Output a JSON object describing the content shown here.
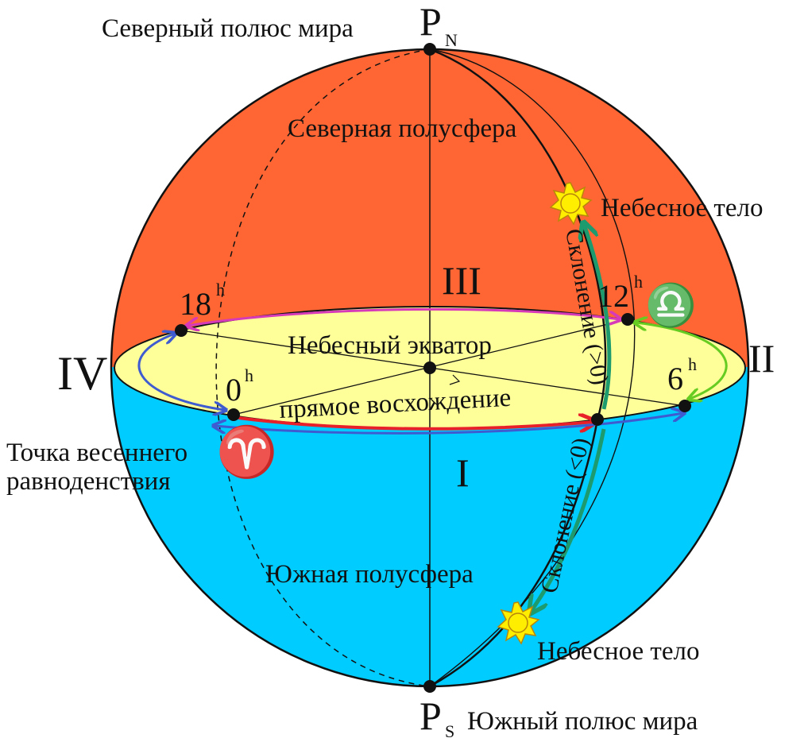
{
  "labels": {
    "north_pole_caption": "Северный полюс мира",
    "north_pole_symbol": "P",
    "north_pole_sub": "N",
    "south_pole_symbol": "P",
    "south_pole_sub": "S",
    "south_pole_caption": "Южный полюс мира",
    "north_hemisphere": "Северная полусфера",
    "south_hemisphere": "Южная полусфера",
    "celestial_body_upper": "Небесное тело",
    "celestial_body_lower": "Небесное тело",
    "equator": "Небесный экватор",
    "right_ascension": "прямое восхождение",
    "declination_pos": "Склонение (>0)",
    "declination_neg": "Склонение (<0)",
    "vernal_equinox_line1": "Точка весеннего",
    "vernal_equinox_line2": "равноденствия",
    "aries_symbol": "♈",
    "libra_symbol": "♎",
    "quadrant_I": "I",
    "quadrant_II": "II",
    "quadrant_III": "III",
    "quadrant_IV": "IV",
    "hour_0": "0",
    "hour_6": "6",
    "hour_12": "12",
    "hour_18": "18",
    "hour_sup": "h"
  },
  "colors": {
    "north_fill": "#ff6633",
    "south_fill": "#00ccff",
    "equator_fill": "#ffff99",
    "red_arc": "#e8202a",
    "blue_arc": "#3f5bd0",
    "magenta_arc": "#d63ab8",
    "green_arc": "#66cc22",
    "teal_arc": "#1d9b6e",
    "sun": "#ffee00"
  }
}
